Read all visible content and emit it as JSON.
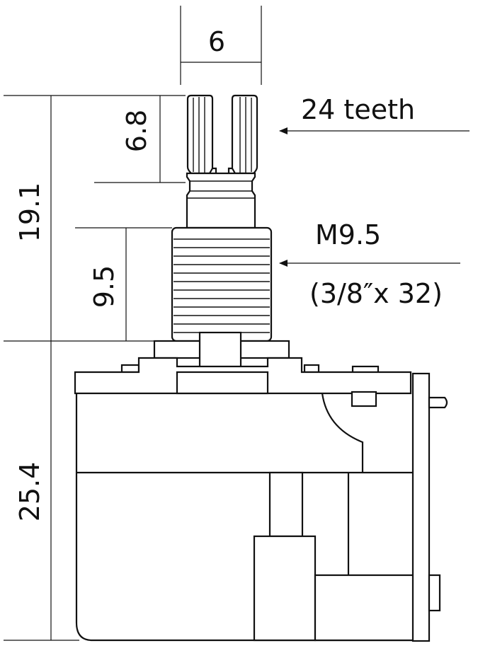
{
  "dimensions": {
    "shaft_width": "6",
    "knurl_height": "6.8",
    "total_height": "19.1",
    "thread_length": "9.5",
    "body_height": "25.4"
  },
  "callouts": {
    "teeth": "24 teeth",
    "thread": "M9.5",
    "thread_imperial": "(3/8″x 32)"
  }
}
